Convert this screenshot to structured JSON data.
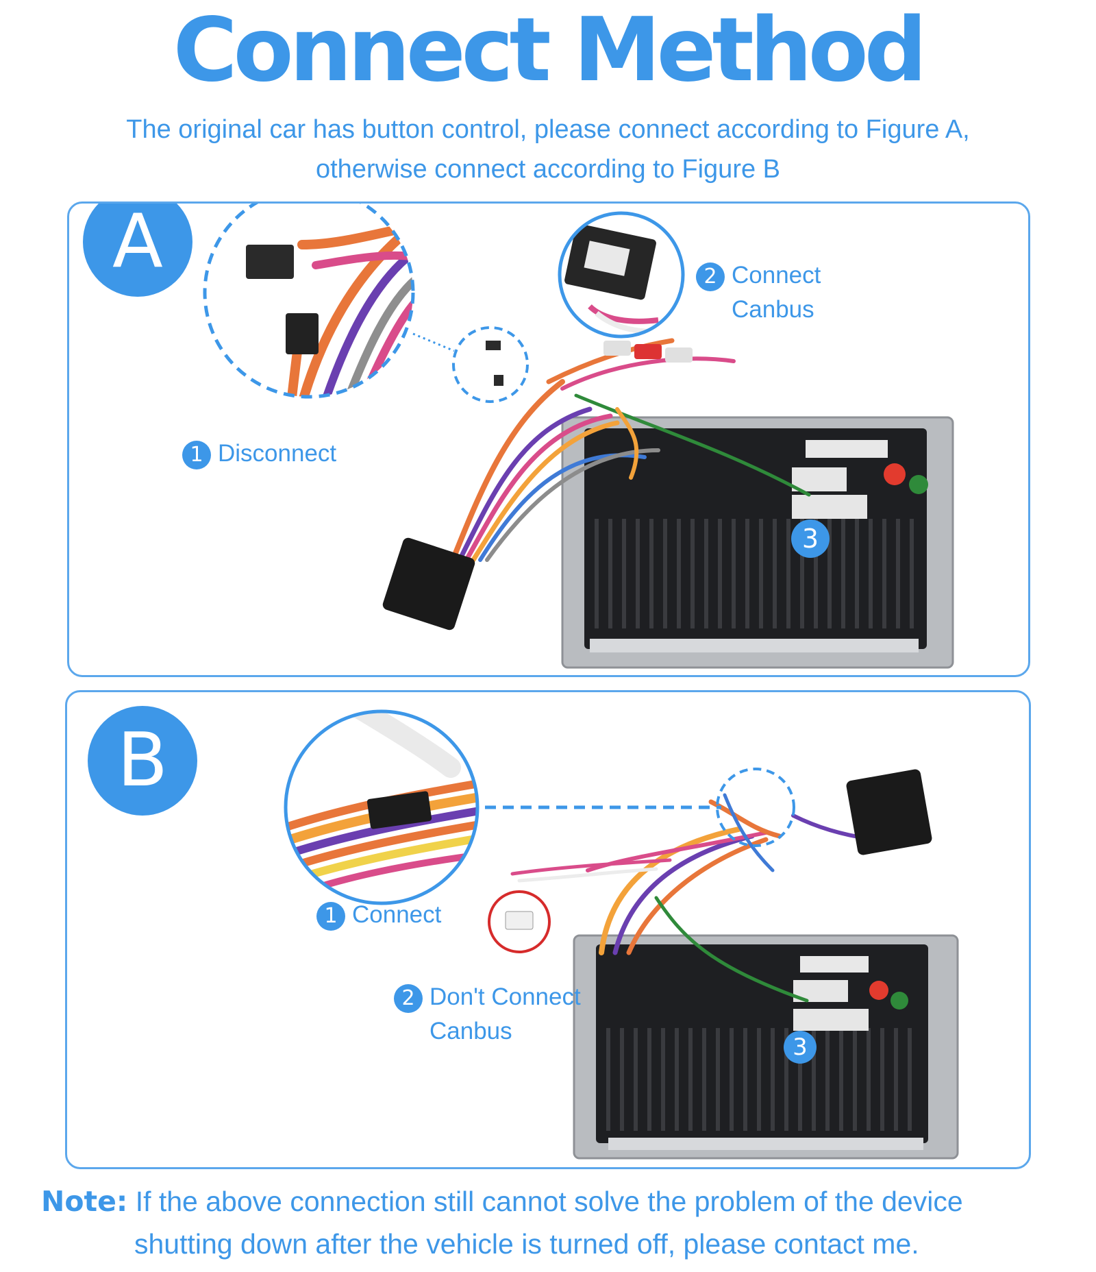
{
  "title": "Connect Method",
  "subtitle": {
    "line1": "The original car has button control, please connect according to Figure A,",
    "line2": "otherwise connect according to Figure B"
  },
  "figure_a": {
    "badge": "A",
    "step1": {
      "num": "1",
      "label": "Disconnect"
    },
    "step2": {
      "num": "2",
      "label_line1": "Connect",
      "label_line2": "Canbus"
    },
    "step3": {
      "num": "3"
    }
  },
  "figure_b": {
    "badge": "B",
    "step1": {
      "num": "1",
      "label": "Connect"
    },
    "step2": {
      "num": "2",
      "label_line1": "Don't Connect",
      "label_line2": "Canbus"
    },
    "step3": {
      "num": "3"
    }
  },
  "note": {
    "key": "Note:",
    "line1": " If the above connection still cannot solve the problem of the device",
    "line2": "shutting down after the vehicle is turned off, please contact me."
  },
  "colors": {
    "accent": "#3d97e8",
    "red_marker": "#d62b2b"
  }
}
